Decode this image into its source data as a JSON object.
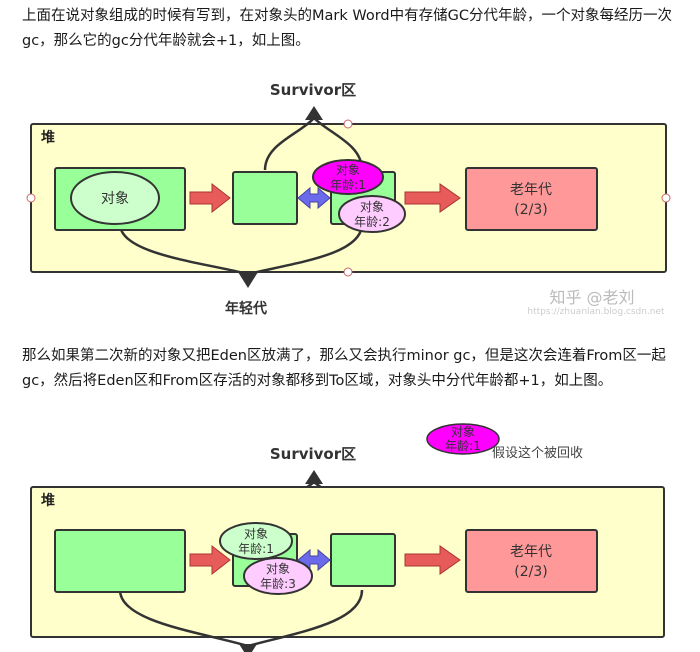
{
  "para1": "上面在说对象组成的时候有写到，在对象头的Mark Word中有存储GC分代年龄，一个对象每经历一次gc，那么它的gc分代年龄就会+1，如上图。",
  "para2": "那么如果第二次新的对象又把Eden区放满了，那么又会执行minor gc，但是这次会连着From区一起gc，然后将Eden区和From区存活的对象都移到To区域，对象头中分代年龄都+1，如上图。",
  "fig1": {
    "survivor_label": "Survivor区",
    "heap_label": "堆",
    "young_label": "年轻代",
    "eden_object": "对象",
    "obj_magenta_line1": "对象",
    "obj_magenta_line2": "年龄:1",
    "obj_pink_line1": "对象",
    "obj_pink_line2": "年龄:2",
    "old_line1": "老年代",
    "old_line2": "(2/3)",
    "watermark_main": "知乎 @老刘",
    "watermark_url": "https://zhuanlan.blog.csdn.net"
  },
  "fig2": {
    "survivor_label": "Survivor区",
    "heap_label": "堆",
    "floating_obj_line1": "对象",
    "floating_obj_line2": "年龄:1",
    "assume_text": "假设这个被回收",
    "obj_green_line1": "对象",
    "obj_green_line2": "年龄:1",
    "obj_pink_line1": "对象",
    "obj_pink_line2": "年龄:3",
    "old_line1": "老年代",
    "old_line2": "(2/3)"
  },
  "colors": {
    "heap_fill": "#ffffcc",
    "box_green": "#99ff99",
    "ellipse_green": "#ccffcc",
    "ellipse_pink": "#ffccff",
    "magenta": "#ff00ff",
    "old_fill": "#ff9999",
    "arrow_red": "#e85b5b",
    "arrow_blue": "#6a6aea",
    "dark": "#333333"
  }
}
